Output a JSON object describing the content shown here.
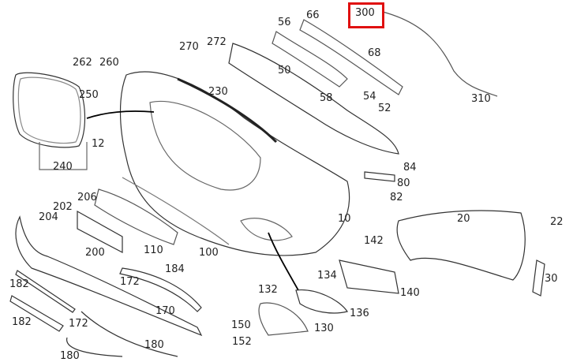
{
  "highlight_color": "#e01010",
  "highlighted_part": "300",
  "parts": {
    "p300": "300",
    "p66": "66",
    "p56": "56",
    "p68": "68",
    "p270": "270",
    "p272": "272",
    "p262": "262",
    "p260": "260",
    "p250": "250",
    "p230": "230",
    "p50": "50",
    "p58": "58",
    "p54": "54",
    "p52": "52",
    "p310": "310",
    "p12": "12",
    "p240": "240",
    "p84": "84",
    "p80": "80",
    "p82": "82",
    "p206": "206",
    "p202": "202",
    "p204": "204",
    "p200": "200",
    "p110": "110",
    "p100": "100",
    "p10": "10",
    "p20": "20",
    "p22": "22",
    "p142": "142",
    "p184": "184",
    "p172a": "172",
    "p182a": "182",
    "p182b": "182",
    "p172b": "172",
    "p170": "170",
    "p134": "134",
    "p132": "132",
    "p140": "140",
    "p136": "136",
    "p130": "130",
    "p150": "150",
    "p152": "152",
    "p180a": "180",
    "p180b": "180",
    "p30": "30"
  }
}
